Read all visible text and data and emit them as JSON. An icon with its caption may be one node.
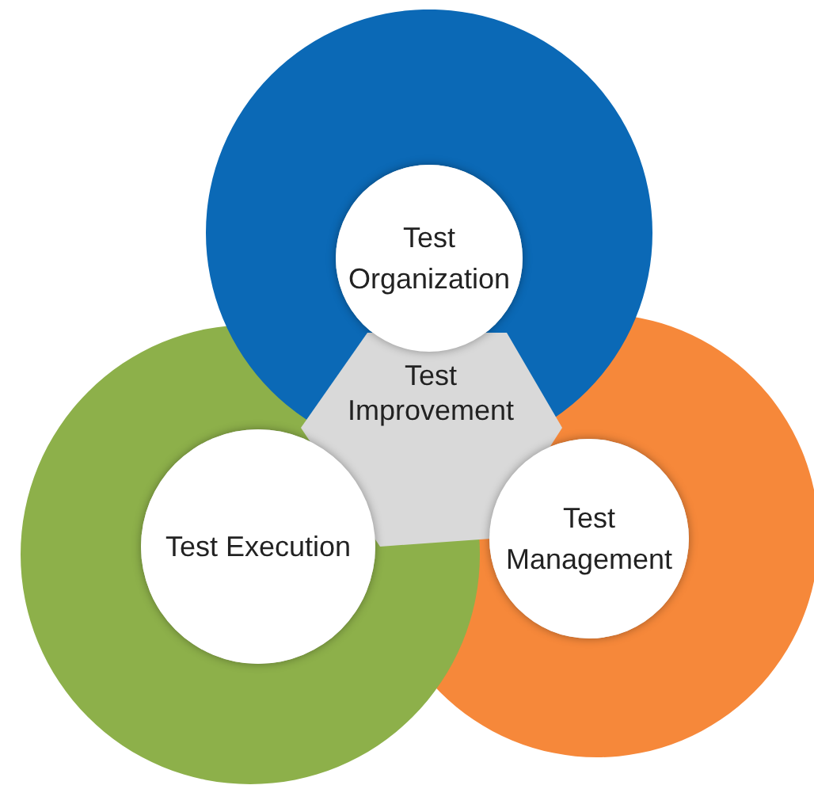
{
  "diagram": {
    "nodes": [
      {
        "text": [
          "Test Organization"
        ]
      },
      {
        "text": [
          "Test Improvement"
        ]
      },
      {
        "text": [
          "Test Execution"
        ]
      },
      {
        "text": [
          "Test Management"
        ]
      }
    ]
  }
}
